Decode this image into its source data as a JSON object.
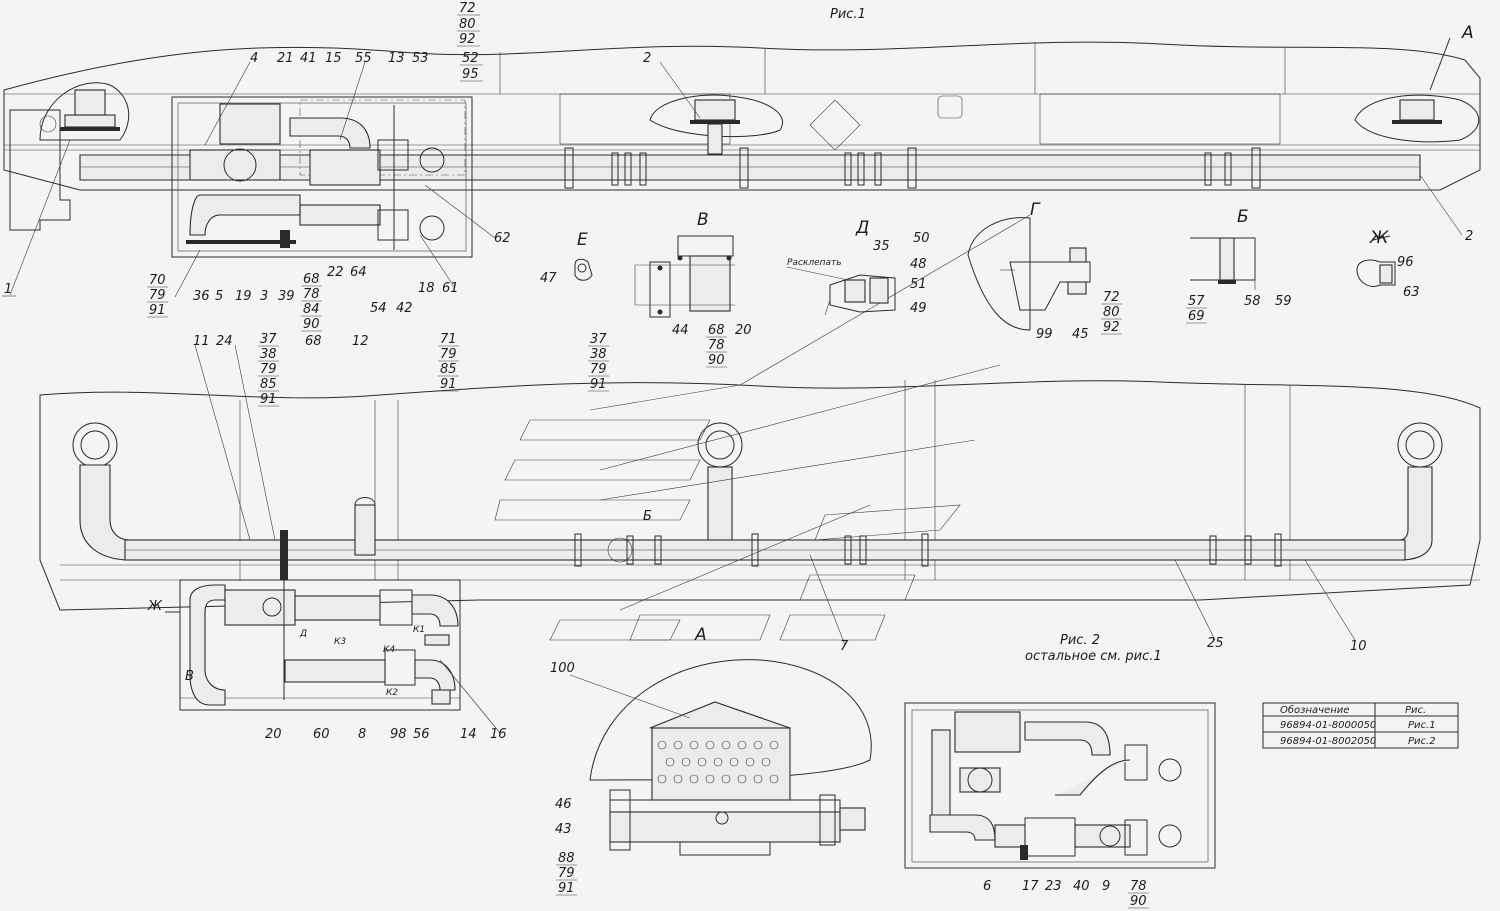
{
  "titles": {
    "fig1": "Рис.1",
    "fig2": "Рис. 2",
    "fig2_note": "остальное см. рис.1"
  },
  "view_letters": {
    "A_top": "А",
    "A_bottom": "А",
    "B": "Б",
    "B_bottom": "Б",
    "V": "В",
    "V_bottom": "В",
    "G": "Г",
    "D": "Д",
    "D_bottom": "Д",
    "E": "Е",
    "Zh": "Ж",
    "Zh_left": "Ж"
  },
  "notes": {
    "rasklepat": "Расклепать"
  },
  "valve_labels": [
    "К1",
    "К2",
    "К3",
    "К4"
  ],
  "table": {
    "headers": [
      "Обозначение",
      "Рис."
    ],
    "rows": [
      [
        "96894-01-8000050",
        "Рис.1"
      ],
      [
        "96894-01-8002050",
        "Рис.2"
      ]
    ]
  },
  "callouts": [
    {
      "id": "c1",
      "text": "1"
    },
    {
      "id": "c2a",
      "text": "2"
    },
    {
      "id": "c2b",
      "text": "2"
    },
    {
      "id": "c4",
      "text": "4"
    },
    {
      "id": "c21",
      "text": "21"
    },
    {
      "id": "c41",
      "text": "41"
    },
    {
      "id": "c15",
      "text": "15"
    },
    {
      "id": "c55",
      "text": "55"
    },
    {
      "id": "c13",
      "text": "13"
    },
    {
      "id": "c53",
      "text": "53"
    },
    {
      "id": "c72a",
      "text": "72"
    },
    {
      "id": "c80a",
      "text": "80"
    },
    {
      "id": "c92a",
      "text": "92"
    },
    {
      "id": "c52",
      "text": "52"
    },
    {
      "id": "c95",
      "text": "95"
    },
    {
      "id": "c62",
      "text": "62"
    },
    {
      "id": "c70",
      "text": "70"
    },
    {
      "id": "c79a",
      "text": "79"
    },
    {
      "id": "c91a",
      "text": "91"
    },
    {
      "id": "c36",
      "text": "36"
    },
    {
      "id": "c5",
      "text": "5"
    },
    {
      "id": "c19",
      "text": "19"
    },
    {
      "id": "c3",
      "text": "3"
    },
    {
      "id": "c39",
      "text": "39"
    },
    {
      "id": "c68a",
      "text": "68"
    },
    {
      "id": "c78a",
      "text": "78"
    },
    {
      "id": "c84",
      "text": "84"
    },
    {
      "id": "c90a",
      "text": "90"
    },
    {
      "id": "c22",
      "text": "22"
    },
    {
      "id": "c64",
      "text": "64"
    },
    {
      "id": "c54",
      "text": "54"
    },
    {
      "id": "c42",
      "text": "42"
    },
    {
      "id": "c18",
      "text": "18"
    },
    {
      "id": "c61",
      "text": "61"
    },
    {
      "id": "c47",
      "text": "47"
    },
    {
      "id": "c44",
      "text": "44"
    },
    {
      "id": "c68b",
      "text": "68"
    },
    {
      "id": "c78b",
      "text": "78"
    },
    {
      "id": "c90b",
      "text": "90"
    },
    {
      "id": "c20a",
      "text": "20"
    },
    {
      "id": "c35",
      "text": "35"
    },
    {
      "id": "c50",
      "text": "50"
    },
    {
      "id": "c48",
      "text": "48"
    },
    {
      "id": "c51",
      "text": "51"
    },
    {
      "id": "c49",
      "text": "49"
    },
    {
      "id": "c99",
      "text": "99"
    },
    {
      "id": "c45",
      "text": "45"
    },
    {
      "id": "c72b",
      "text": "72"
    },
    {
      "id": "c80b",
      "text": "80"
    },
    {
      "id": "c92b",
      "text": "92"
    },
    {
      "id": "c57",
      "text": "57"
    },
    {
      "id": "c69",
      "text": "69"
    },
    {
      "id": "c58",
      "text": "58"
    },
    {
      "id": "c59",
      "text": "59"
    },
    {
      "id": "c96",
      "text": "96"
    },
    {
      "id": "c63",
      "text": "63"
    },
    {
      "id": "c11",
      "text": "11"
    },
    {
      "id": "c24",
      "text": "24"
    },
    {
      "id": "c37a",
      "text": "37"
    },
    {
      "id": "c38a",
      "text": "38"
    },
    {
      "id": "c79b",
      "text": "79"
    },
    {
      "id": "c85a",
      "text": "85"
    },
    {
      "id": "c91b",
      "text": "91"
    },
    {
      "id": "c68c",
      "text": "68"
    },
    {
      "id": "c12",
      "text": "12"
    },
    {
      "id": "c71",
      "text": "71"
    },
    {
      "id": "c79c",
      "text": "79"
    },
    {
      "id": "c85b",
      "text": "85"
    },
    {
      "id": "c91c",
      "text": "91"
    },
    {
      "id": "c37b",
      "text": "37"
    },
    {
      "id": "c38b",
      "text": "38"
    },
    {
      "id": "c79d",
      "text": "79"
    },
    {
      "id": "c91d",
      "text": "91"
    },
    {
      "id": "c7",
      "text": "7"
    },
    {
      "id": "c25",
      "text": "25"
    },
    {
      "id": "c10",
      "text": "10"
    },
    {
      "id": "c20b",
      "text": "20"
    },
    {
      "id": "c60",
      "text": "60"
    },
    {
      "id": "c8",
      "text": "8"
    },
    {
      "id": "c98",
      "text": "98"
    },
    {
      "id": "c56",
      "text": "56"
    },
    {
      "id": "c14",
      "text": "14"
    },
    {
      "id": "c16",
      "text": "16"
    },
    {
      "id": "c100",
      "text": "100"
    },
    {
      "id": "c46",
      "text": "46"
    },
    {
      "id": "c43",
      "text": "43"
    },
    {
      "id": "c88",
      "text": "88"
    },
    {
      "id": "c79e",
      "text": "79"
    },
    {
      "id": "c91e",
      "text": "91"
    },
    {
      "id": "c6",
      "text": "6"
    },
    {
      "id": "c17",
      "text": "17"
    },
    {
      "id": "c23",
      "text": "23"
    },
    {
      "id": "c40",
      "text": "40"
    },
    {
      "id": "c9",
      "text": "9"
    },
    {
      "id": "c78c",
      "text": "78"
    },
    {
      "id": "c90c",
      "text": "90"
    }
  ]
}
